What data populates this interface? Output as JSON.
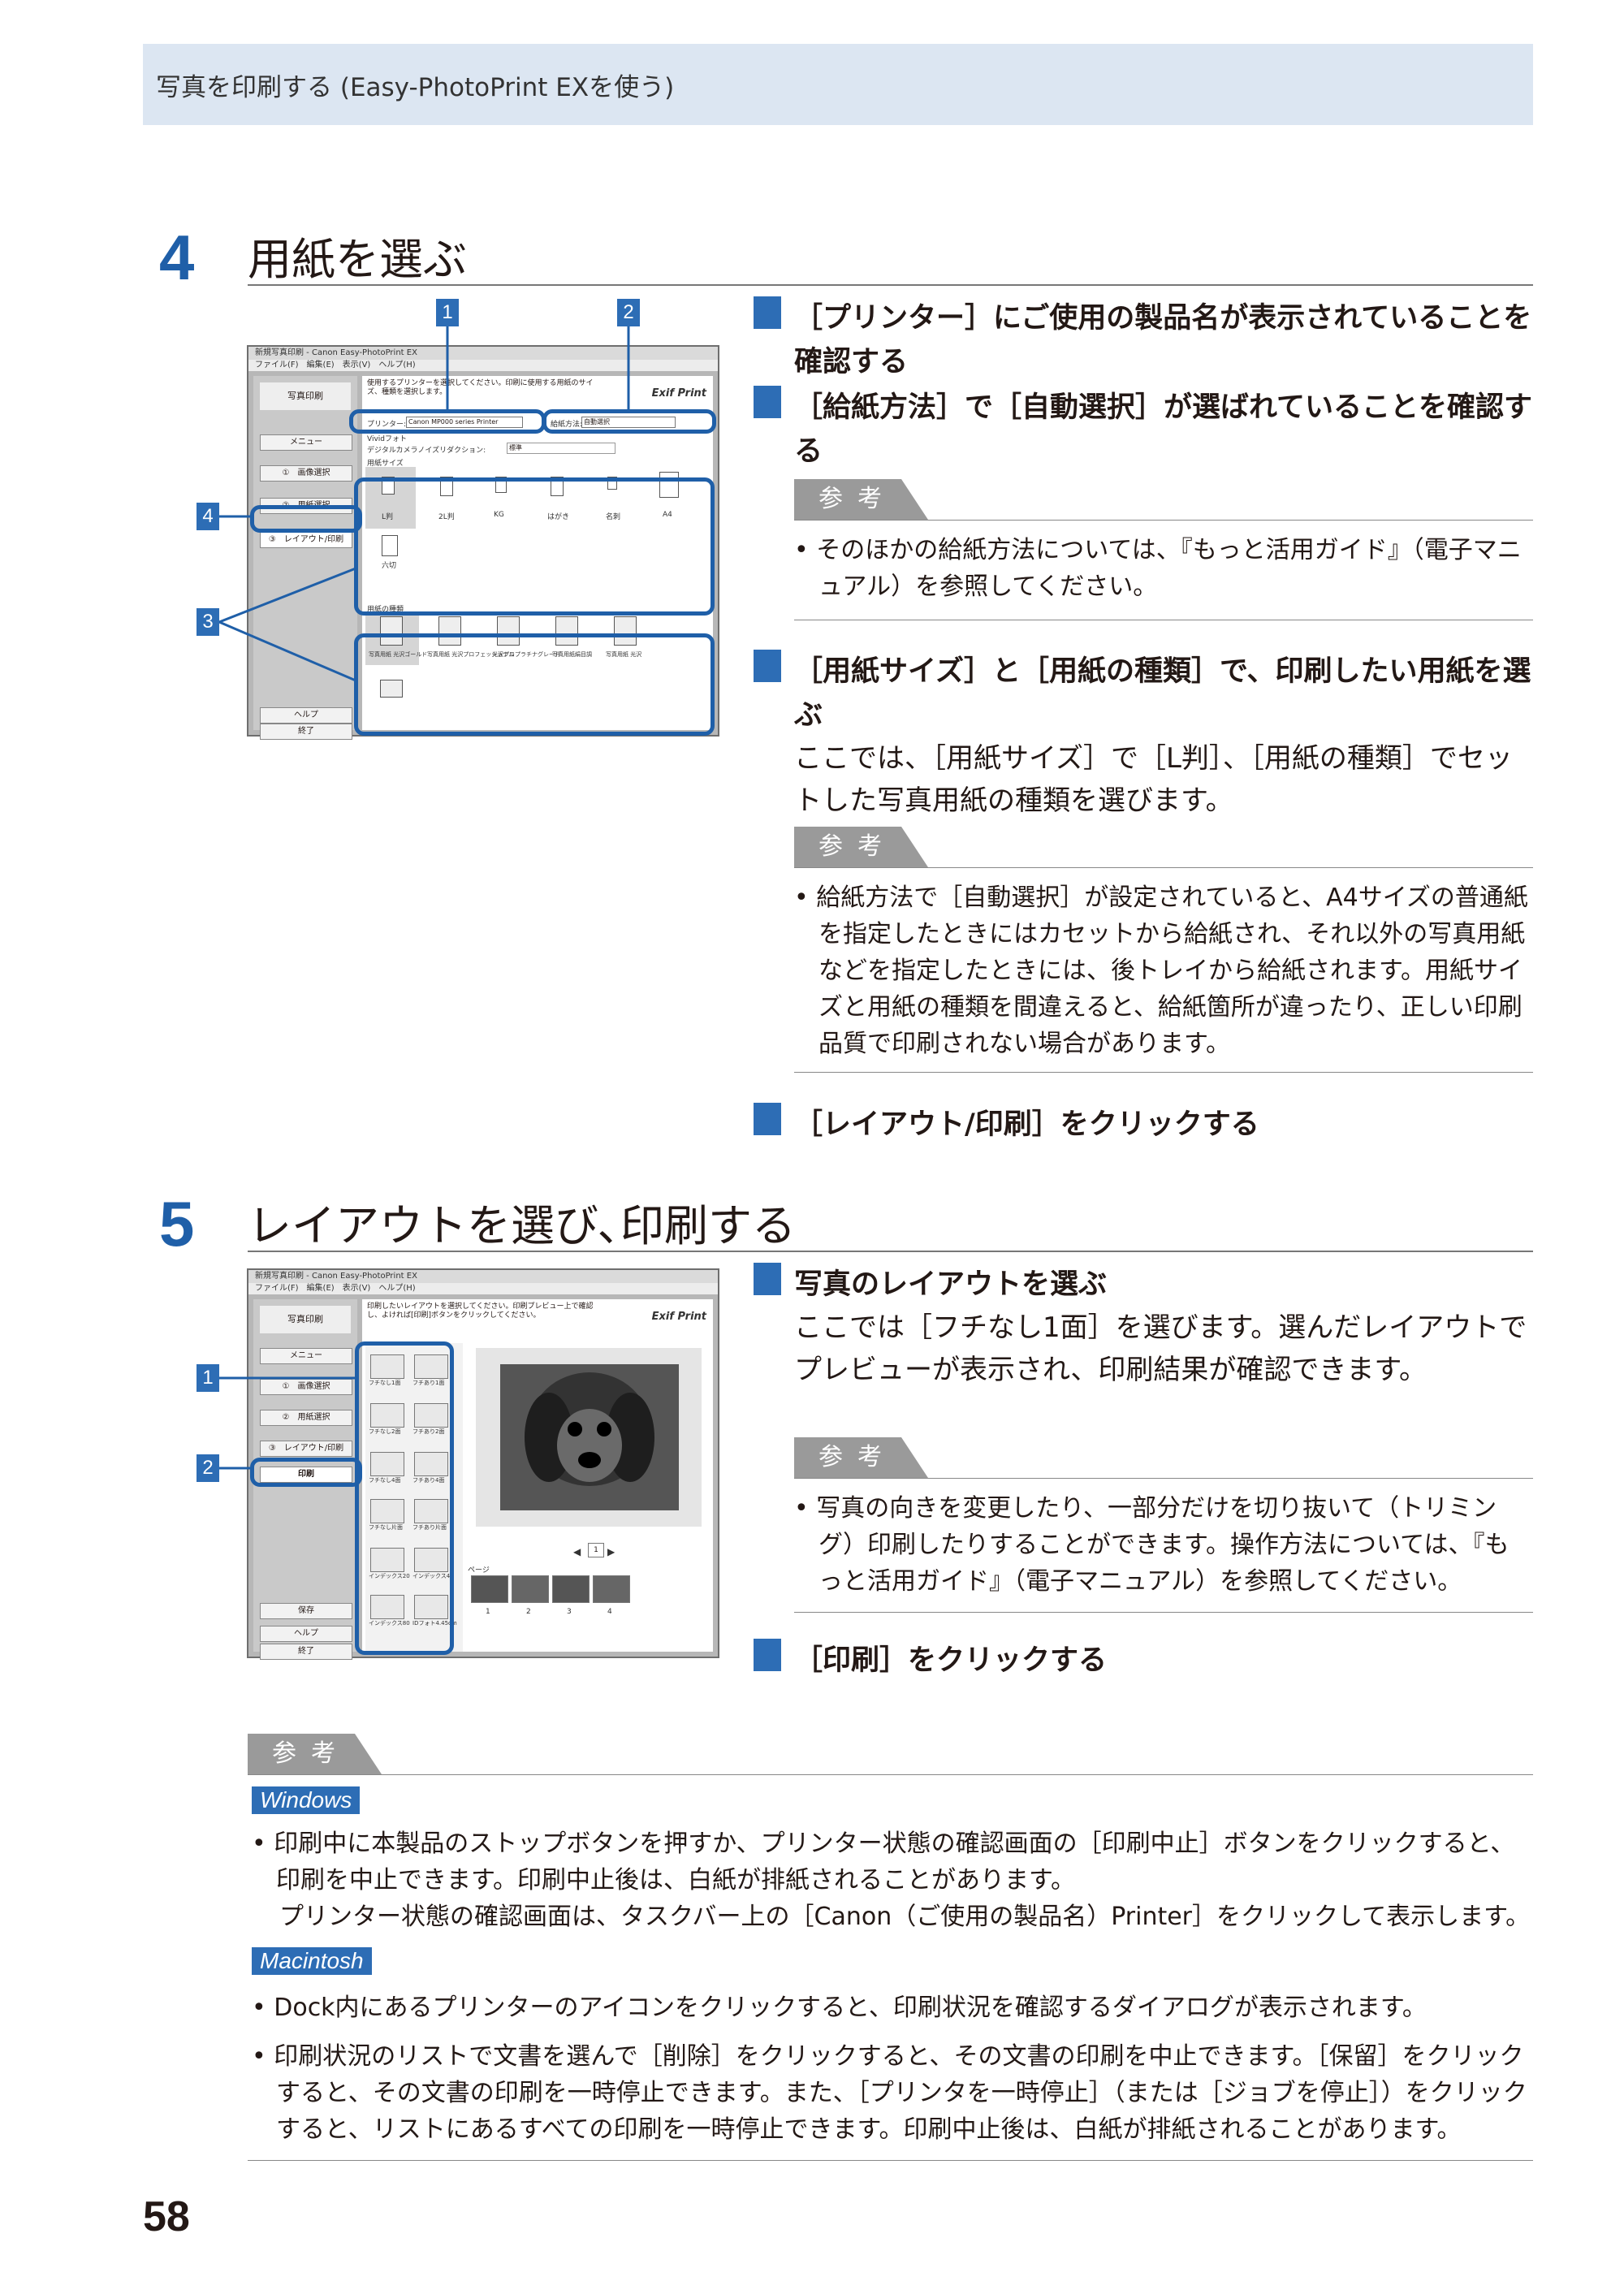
{
  "header": {
    "title": "写真を印刷する (Easy-PhotoPrint EXを使う)"
  },
  "step4": {
    "number": "4",
    "title": "用紙を選ぶ",
    "callouts": [
      "1",
      "2",
      "3",
      "4"
    ],
    "screenshot": {
      "window_title": "新規写真印刷 - Canon Easy-PhotoPrint EX",
      "menu": "ファイル(F)　編集(E)　表示(V)　ヘルプ(H)",
      "mode": "写真印刷",
      "side_items": [
        "メニュー",
        "①　画像選択",
        "②　用紙選択",
        "③　レイアウト/印刷"
      ],
      "help": "ヘルプ",
      "exit": "終了",
      "instruction": "使用するプリンターを選択してください。印刷に使用する用紙のサイズ、種類を選択します。",
      "logo": "Exif Print",
      "printer_label": "プリンター:",
      "printer_value": "Canon MP000 series Printer",
      "source_label": "給紙方法:",
      "source_value": "自動選択",
      "opt1": "Vividフォト",
      "opt2": "デジタルカメラノイズリダクション:",
      "opt2_value": "標準",
      "size_group": "用紙サイズ",
      "sizes": [
        "L判",
        "2L判",
        "KG",
        "はがき",
        "名刺",
        "A4",
        "六切"
      ],
      "type_group": "用紙の種類",
      "types": [
        "写真用紙 光沢ゴールド",
        "写真用紙 光沢プロフェッショナル",
        "光沢プロプラチナグレード",
        "写真用紙絹目調",
        "写真用紙 光沢"
      ]
    },
    "subs": [
      {
        "badge": "1",
        "text": "［プリンター］にご使用の製品名が表示されていることを確認する"
      },
      {
        "badge": "2",
        "text": "［給紙方法］で［自動選択］が選ばれていることを確認する"
      },
      {
        "badge": "3",
        "text": "［用紙サイズ］と［用紙の種類］で、印刷したい用紙を選ぶ",
        "body": "ここでは、［用紙サイズ］で［L判］、［用紙の種類］でセットした写真用紙の種類を選びます。"
      },
      {
        "badge": "4",
        "text": "［レイアウト/印刷］をクリックする"
      }
    ],
    "ref_label": "参考",
    "ref1": "そのほかの給紙方法については、『もっと活用ガイド』（電子マニュアル）を参照してください。",
    "ref2": "給紙方法で［自動選択］が設定されていると、A4サイズの普通紙を指定したときにはカセットから給紙され、それ以外の写真用紙などを指定したときには、後トレイから給紙されます。用紙サイズと用紙の種類を間違えると、給紙箇所が違ったり、正しい印刷品質で印刷されない場合があります。"
  },
  "step5": {
    "number": "5",
    "title": "レイアウトを選び､印刷する",
    "callouts": [
      "1",
      "2"
    ],
    "screenshot": {
      "window_title": "新規写真印刷 - Canon Easy-PhotoPrint EX",
      "menu": "ファイル(F)　編集(E)　表示(V)　ヘルプ(H)",
      "mode": "写真印刷",
      "side_items": [
        "メニュー",
        "①　画像選択",
        "②　用紙選択",
        "③　レイアウト/印刷"
      ],
      "print": "印刷",
      "save": "保存",
      "help": "ヘルプ",
      "exit": "終了",
      "instruction": "印刷したいレイアウトを選択してください。印刷プレビュー上で確認し、よければ[印刷]ボタンをクリックしてください。",
      "logo": "Exif Print",
      "layouts": [
        "フチなし1面",
        "フチあり1面",
        "フチなし2面",
        "フチあり2面",
        "フチなし4面",
        "フチあり4面",
        "フチなし片面",
        "フチあり片面",
        "インデックス20",
        "インデックス40",
        "インデックス80",
        "IDフォト4.45cm"
      ],
      "page_label": "ページ",
      "page_value": "1",
      "thumb_numbers": [
        "1",
        "2",
        "3",
        "4"
      ]
    },
    "subs": [
      {
        "badge": "1",
        "text": "写真のレイアウトを選ぶ",
        "body": "ここでは［フチなし1面］を選びます。選んだレイアウトでプレビューが表示され、印刷結果が確認できます。"
      },
      {
        "badge": "2",
        "text": "［印刷］をクリックする"
      }
    ],
    "ref_label": "参考",
    "ref1": "写真の向きを変更したり、一部分だけを切り抜いて（トリミング）印刷したりすることができます。操作方法については、『もっと活用ガイド』（電子マニュアル）を参照してください。"
  },
  "bottom_ref": {
    "label": "参考",
    "windows_label": "Windows",
    "windows_text": "印刷中に本製品のストップボタンを押すか、プリンター状態の確認画面の［印刷中止］ボタンをクリックすると、印刷を中止できます。印刷中止後は、白紙が排紙されることがあります。",
    "windows_text2": "プリンター状態の確認画面は、タスクバー上の［Canon（ご使用の製品名）Printer］をクリックして表示します。",
    "mac_label": "Macintosh",
    "mac_text1": "Dock内にあるプリンターのアイコンをクリックすると、印刷状況を確認するダイアログが表示されます。",
    "mac_text2": "印刷状況のリストで文書を選んで［削除］をクリックすると、その文書の印刷を中止できます。［保留］をクリックすると、その文書の印刷を一時停止できます。また、［プリンタを一時停止］（または［ジョブを停止］）をクリックすると、リストにあるすべての印刷を一時停止できます。印刷中止後は、白紙が排紙されることがあります。"
  },
  "page_number": "58",
  "colors": {
    "accent": "#2d6db5",
    "header_band": "#dce6f2",
    "tab_gray": "#9a9a9a"
  }
}
